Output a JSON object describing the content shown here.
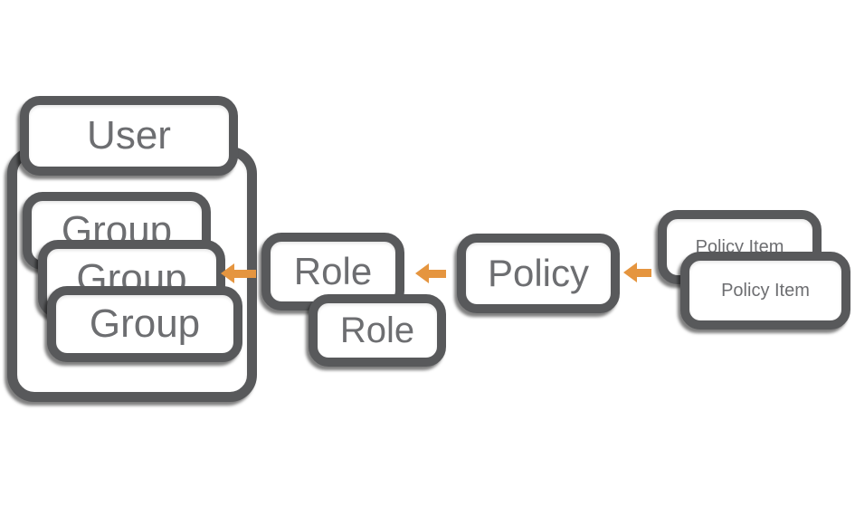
{
  "diagram": {
    "colors": {
      "border_gray": "#58595b",
      "text_gray": "#6d6e71",
      "fill": "#ffffff",
      "arrow_orange": "#e5953f",
      "background": "#ffffff"
    },
    "nodes": {
      "user": {
        "label": "User"
      },
      "groups": [
        {
          "label": "Group"
        },
        {
          "label": "Group"
        },
        {
          "label": "Group"
        }
      ],
      "roles": [
        {
          "label": "Role"
        },
        {
          "label": "Role"
        }
      ],
      "policy": {
        "label": "Policy"
      },
      "policy_items": [
        {
          "label": "Policy Item"
        },
        {
          "label": "Policy Item"
        }
      ]
    },
    "relations": [
      {
        "from": "Role",
        "to": "Group",
        "icon": "arrow-left-icon"
      },
      {
        "from": "Policy",
        "to": "Role",
        "icon": "arrow-left-icon"
      },
      {
        "from": "Policy Item",
        "to": "Policy",
        "icon": "arrow-left-icon"
      }
    ]
  }
}
